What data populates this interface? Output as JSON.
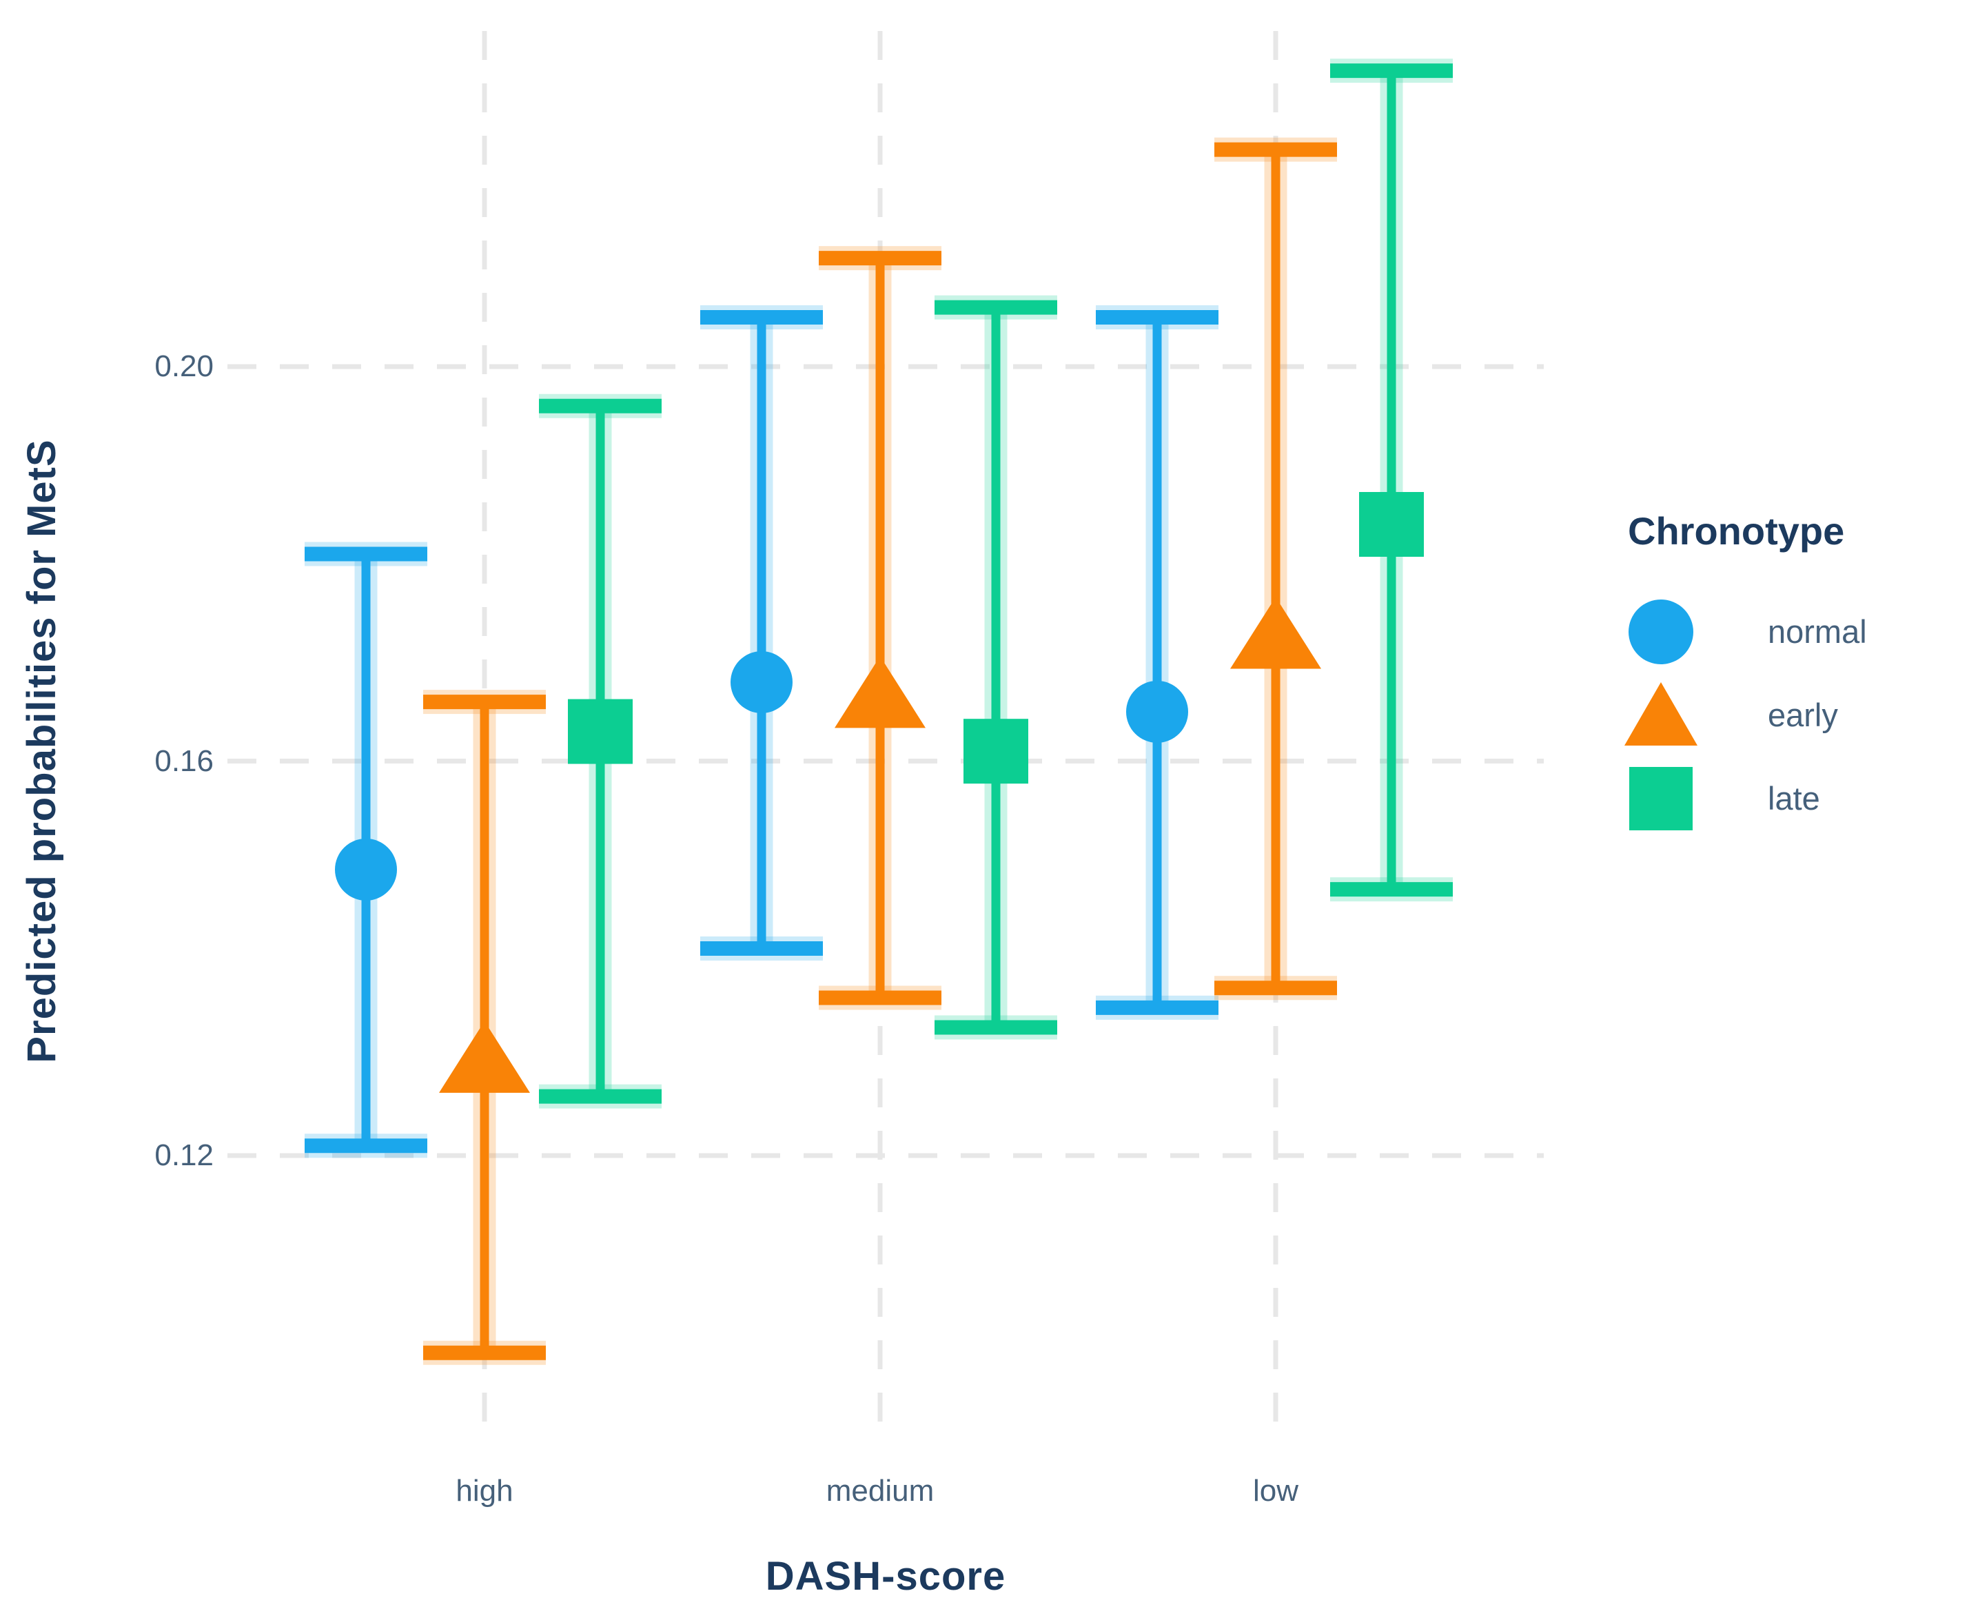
{
  "chart_data": {
    "type": "errorbar",
    "title": "",
    "xlabel": "DASH-score",
    "ylabel": "Predicted probabilities for MetS",
    "categories": [
      "high",
      "medium",
      "low"
    ],
    "y_ticks": [
      0.12,
      0.16,
      0.2
    ],
    "y_tick_labels": [
      "0.12",
      "0.16",
      "0.20"
    ],
    "ylim": [
      0.095,
      0.235
    ],
    "grid": {
      "show": true,
      "style": "dashed",
      "color": "#E7E7E7"
    },
    "legend": {
      "title": "Chronotype",
      "position": "right"
    },
    "series": [
      {
        "name": "normal",
        "marker": "circle",
        "color": "#1BA7EC",
        "estimates": [
          0.149,
          0.168,
          0.165
        ],
        "ci_lower": [
          0.121,
          0.141,
          0.135
        ],
        "ci_upper": [
          0.181,
          0.205,
          0.205
        ]
      },
      {
        "name": "early",
        "marker": "triangle",
        "color": "#F98307",
        "estimates": [
          0.13,
          0.167,
          0.173
        ],
        "ci_lower": [
          0.1,
          0.136,
          0.137
        ],
        "ci_upper": [
          0.166,
          0.211,
          0.222
        ]
      },
      {
        "name": "late",
        "marker": "square",
        "color": "#0CCE92",
        "estimates": [
          0.163,
          0.161,
          0.184
        ],
        "ci_lower": [
          0.126,
          0.133,
          0.147
        ],
        "ci_upper": [
          0.196,
          0.206,
          0.23
        ]
      }
    ],
    "text_colors": {
      "axis_title": "#1C3A5E",
      "tick_label": "#46607A",
      "legend_label": "#45607B"
    }
  }
}
